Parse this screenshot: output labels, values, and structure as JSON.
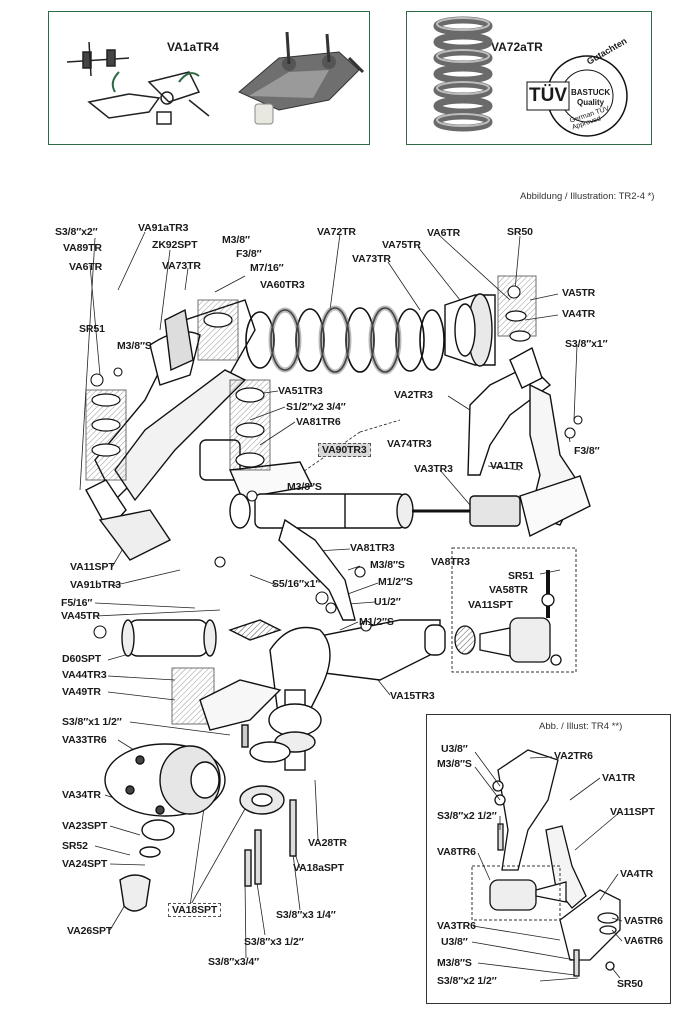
{
  "top_panels": {
    "left_title": "VA1aTR4",
    "right_title": "VA72aTR",
    "tuv": {
      "main": "TÜV",
      "ring_top": "Gutachten",
      "inner": "BASTUCK",
      "inner2": "Quality",
      "ring_bottom": "German TÜV Approved"
    }
  },
  "main_caption": "Abbildung / Illustration: TR2-4 *)",
  "inset_caption": "Abb. / Illust: TR4 **)",
  "colors": {
    "panel_border": "#2e6a45",
    "highlight": "#d9d9d9",
    "line": "#222222"
  },
  "labels": {
    "l1": "S3/8″x2″",
    "l2": "VA89TR",
    "l3": "VA6TR",
    "l4": "SR51",
    "l5": "VA91aTR3",
    "l6": "ZK92SPT",
    "l7": "M3/8″",
    "l8": "F3/8″",
    "l9": "VA73TR",
    "l10": "M7/16″",
    "l11": "VA60TR3",
    "l12": "M3/8″S",
    "l13": "VA72TR",
    "l14": "VA73TR",
    "l15": "VA75TR",
    "l16": "VA6TR",
    "l17": "SR50",
    "l18": "VA5TR",
    "l19": "VA4TR",
    "l20": "S3/8″x1″",
    "l21": "VA51TR3",
    "l22": "S1/2″x2 3/4″",
    "l23": "VA81TR6",
    "l24": "VA90TR3",
    "l25": "VA74TR3",
    "l26": "VA2TR3",
    "l27": "VA1TR",
    "l28": "F3/8″",
    "l29": "M3/8″S",
    "l30": "VA3TR3",
    "l31": "VA11SPT",
    "l32": "VA91bTR3",
    "l33": "F5/16″",
    "l34": "VA45TR",
    "l35": "VA81TR3",
    "l36": "M3/8″S",
    "l37": "S5/16″x1″",
    "l38": "M1/2″S",
    "l39": "U1/2″",
    "l40": "M1/2″S",
    "l41": "VA8TR3",
    "l42": "SR51",
    "l43": "VA58TR",
    "l44": "VA11SPT",
    "l45": "D60SPT",
    "l46": "VA44TR3",
    "l47": "VA49TR",
    "l48": "VA15TR3",
    "l49": "S3/8″x1 1/2″",
    "l50": "VA33TR6",
    "l51": "VA34TR",
    "l52": "VA23SPT",
    "l53": "SR52",
    "l54": "VA24SPT",
    "l55": "VA26SPT",
    "l56": "VA18SPT",
    "l57": "VA28TR",
    "l58": "VA18aSPT",
    "l59": "S3/8″x3 1/4″",
    "l60": "S3/8″x3 1/2″",
    "l61": "S3/8″x3/4″"
  },
  "inset_labels": {
    "i1": "U3/8″",
    "i2": "M3/8″S",
    "i3": "VA2TR6",
    "i4": "VA1TR",
    "i5": "S3/8″x2 1/2″",
    "i6": "VA11SPT",
    "i7": "VA8TR6",
    "i8": "VA4TR",
    "i9": "VA3TR6",
    "i10": "VA5TR6",
    "i11": "U3/8″",
    "i12": "VA6TR6",
    "i13": "M3/8″S",
    "i14": "S3/8″x2 1/2″",
    "i15": "SR50"
  }
}
